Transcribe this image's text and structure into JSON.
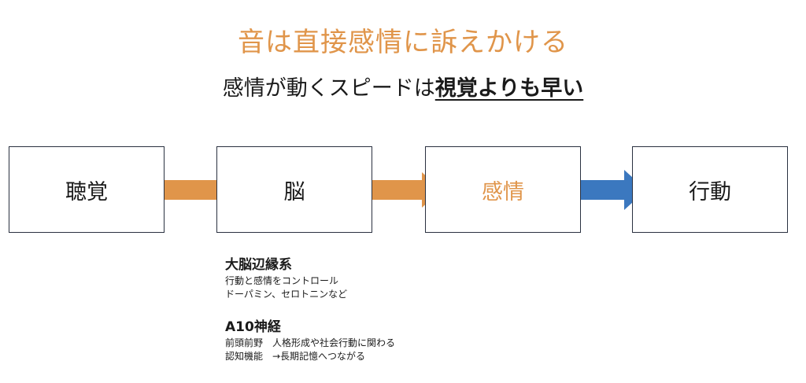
{
  "title": "音は直接感情に訴えかける",
  "subtitle": {
    "prefix": "感情が動くスピードは",
    "emphasis": "視覚よりも早い"
  },
  "flow": {
    "boxes": [
      "聴覚",
      "脳",
      "感情",
      "行動"
    ],
    "arrows": [
      {
        "from": "聴覚",
        "to": "脳",
        "color": "#e0954a",
        "head": false
      },
      {
        "from": "脳",
        "to": "感情",
        "color": "#e0954a",
        "head": true
      },
      {
        "from": "感情",
        "to": "行動",
        "color": "#3b78bf",
        "head": true
      }
    ],
    "highlight_color": "#e0954a"
  },
  "notes": [
    {
      "title": "大脳辺縁系",
      "lines": [
        "行動と感情をコントロール",
        "ドーパミン、セロトニンなど"
      ]
    },
    {
      "title": "A10神経",
      "lines": [
        "前頭前野　人格形成や社会行動に関わる",
        "認知機能　→長期記憶へつながる"
      ]
    }
  ]
}
